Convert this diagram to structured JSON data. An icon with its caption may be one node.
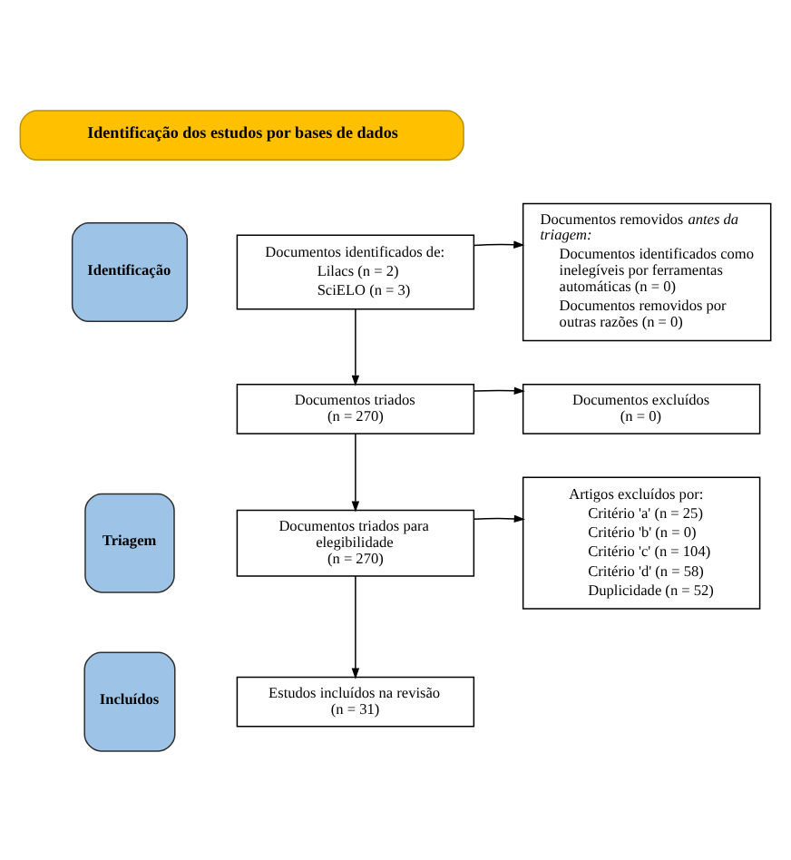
{
  "diagram": {
    "nodes": [
      {
        "text": [
          "Identificação dos estudos por bases de dados"
        ]
      },
      {
        "text": [
          "Identificação"
        ]
      },
      {
        "text": [
          "Documentos identificados de:",
          "Lilacs (n = 2)",
          "SciELO (n = 3)"
        ]
      },
      {
        "text": [
          "Documentos removidos *antes da triagem:*",
          "Documentos identificados como inelegíveis por ferramentas automáticas (n = 0)",
          "Documentos removidos por outras razões (n = 0)"
        ]
      },
      {
        "text": [
          "Documentos triados",
          "(n = 270)"
        ]
      },
      {
        "text": [
          "Documentos excluídos",
          "(n = 0)"
        ]
      },
      {
        "text": [
          "Triagem"
        ]
      },
      {
        "text": [
          "Documentos triados para elegibilidade",
          "(n = 270)"
        ]
      },
      {
        "text": [
          "Artigos excluídos por:",
          "Critério 'a' (n = 25)",
          "Critério 'b' (n = 0)",
          "Critério 'c' (n = 104)",
          "Critério 'd' (n = 58)",
          "Duplicidade (n = 52)"
        ]
      },
      {
        "text": [
          "Incluídos"
        ]
      },
      {
        "text": [
          "Estudos incluídos na revisão",
          "(n = 31)"
        ]
      }
    ],
    "edges": [
      {
        "from": 2,
        "to": 4,
        "arrow": "to"
      },
      {
        "from": 2,
        "to": 3,
        "arrow": "to"
      },
      {
        "from": 4,
        "to": 7,
        "arrow": "to"
      },
      {
        "from": 4,
        "to": 5,
        "arrow": "to"
      },
      {
        "from": 7,
        "to": 10,
        "arrow": "to"
      },
      {
        "from": 7,
        "to": 8,
        "arrow": "to"
      }
    ]
  }
}
